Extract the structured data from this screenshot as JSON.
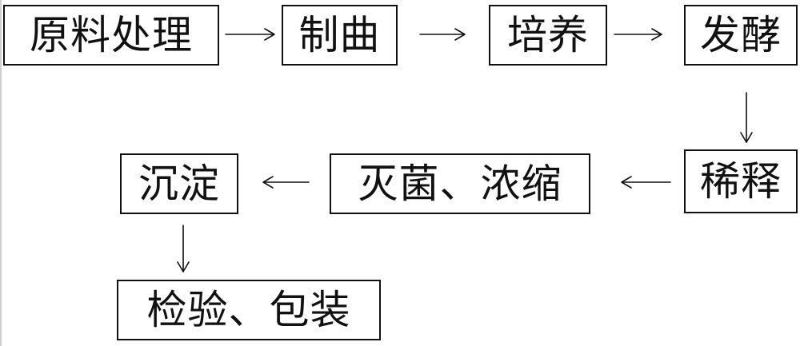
{
  "diagram": {
    "nodes": [
      {
        "id": "n1",
        "label": "原料处理"
      },
      {
        "id": "n2",
        "label": "制曲"
      },
      {
        "id": "n3",
        "label": "培养"
      },
      {
        "id": "n4",
        "label": "发酵"
      },
      {
        "id": "n5",
        "label": "稀释"
      },
      {
        "id": "n6",
        "label": "灭菌、浓缩"
      },
      {
        "id": "n7",
        "label": "沉淀"
      },
      {
        "id": "n8",
        "label": "检验、包装"
      }
    ],
    "edges": [
      {
        "from": "n1",
        "to": "n2"
      },
      {
        "from": "n2",
        "to": "n3"
      },
      {
        "from": "n3",
        "to": "n4"
      },
      {
        "from": "n4",
        "to": "n5"
      },
      {
        "from": "n5",
        "to": "n6"
      },
      {
        "from": "n6",
        "to": "n7"
      },
      {
        "from": "n7",
        "to": "n8"
      }
    ],
    "colors": {
      "stroke": "#111111",
      "background": "#ffffff"
    }
  }
}
